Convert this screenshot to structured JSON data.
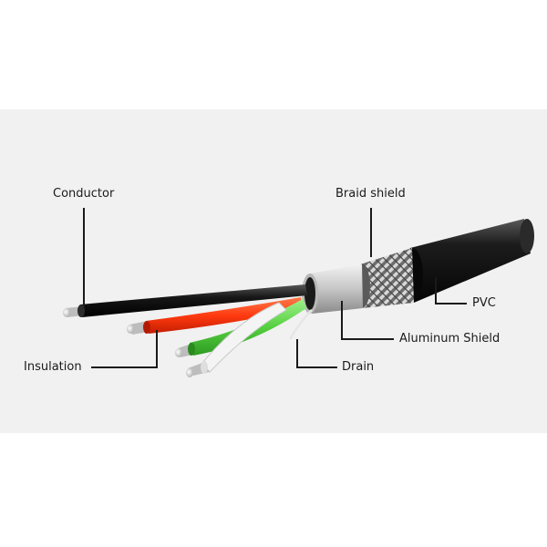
{
  "diagram": {
    "labels": {
      "conductor": "Conductor",
      "braid_shield": "Braid shield",
      "pvc": "PVC",
      "aluminum_shield": "Aluminum Shield",
      "drain": "Drain",
      "insulation": "Insulation"
    },
    "colors": {
      "jacket": "#1c1c1c",
      "braid": "#9a9a9a",
      "aluminum": "#c8c8c8",
      "red_wire": "#ff3a10",
      "green_wire": "#55d040",
      "white_wire": "#f4f4f4",
      "black_wire": "#161616",
      "conductor_tip": "#d9d9d9",
      "leader_line": "#1a1a1a"
    }
  }
}
